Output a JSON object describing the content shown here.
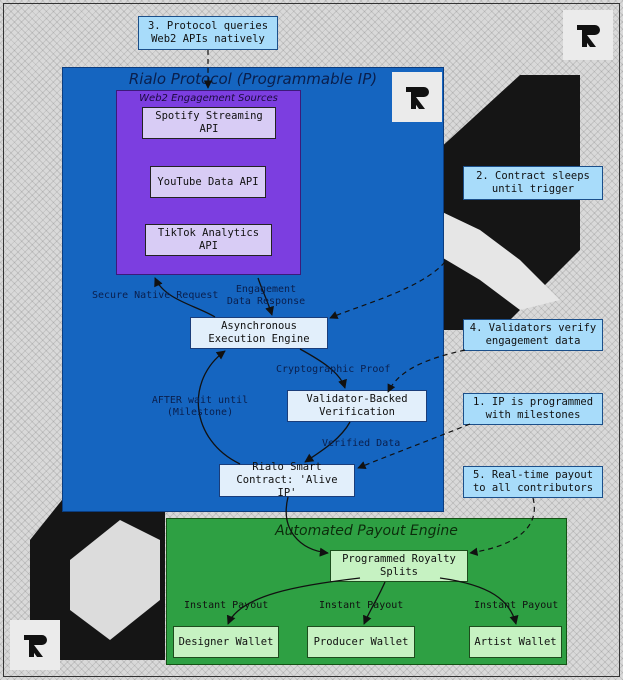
{
  "protocol_panel": {
    "title": "Rialo Protocol (Programmable IP)"
  },
  "web2_panel": {
    "title": "Web2 Engagement Sources",
    "items": [
      "Spotify Streaming API",
      "YouTube Data API",
      "TikTok Analytics API"
    ]
  },
  "engine": {
    "async_execution": "Asynchronous Execution Engine",
    "validator_verification": "Validator-Backed Verification",
    "smart_contract": "Rialo Smart Contract: 'Alive IP'"
  },
  "payout_panel": {
    "title": "Automated Payout Engine",
    "royalty_splits": "Programmed Royalty Splits",
    "wallets": [
      "Designer Wallet",
      "Producer Wallet",
      "Artist Wallet"
    ]
  },
  "edge_labels": {
    "secure_request": "Secure Native Request",
    "engagement_response": "Engagement Data Response",
    "cryptographic_proof": "Cryptographic Proof",
    "verified_data": "Verified Data",
    "after_wait": "AFTER wait until (Milestone)",
    "instant_payout": "Instant Payout"
  },
  "notes": [
    "3. Protocol queries Web2 APIs natively",
    "2. Contract sleeps until trigger",
    "4. Validators verify engagement data",
    "1. IP is programmed with milestones",
    "5. Real-time payout to all contributors"
  ],
  "colors": {
    "protocol_panel": "#1565c0",
    "web2_panel": "#7c3ee0",
    "payout_panel": "#2ea043",
    "note": "#a8dcfa"
  },
  "icons": [
    "rialo-logo-icon"
  ]
}
